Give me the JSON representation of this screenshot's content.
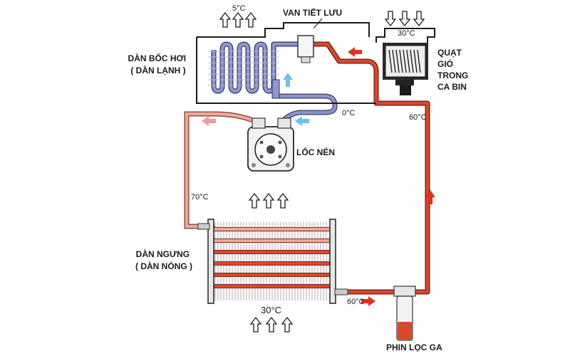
{
  "labels": {
    "evaporator": [
      "DÀN BỐC HƠI",
      "( DÀN LẠNH )"
    ],
    "expansion_valve": "VAN TIẾT LƯU",
    "blower": [
      "QUẠT",
      "GIÓ",
      "TRONG",
      "CA BIN"
    ],
    "compressor": "LỐC NÉN",
    "condenser": [
      "DÀN NGƯNG",
      "( DÀN NÓNG )"
    ],
    "filter": "PHIN LỌC GA"
  },
  "temperatures": {
    "evap_out_air": "5°C",
    "cabin_air": "30°C",
    "suction": "0°C",
    "liquid_line": "60°C",
    "discharge": "70°C",
    "condenser_out": "60°C",
    "ambient_air": "30°C"
  },
  "colors": {
    "hot_gas": "#f0a896",
    "hot_liquid": "#d9482b",
    "cold": "#7f86c0",
    "flow_arrow_red": "#e03020",
    "flow_arrow_pink": "#f29aa0",
    "flow_arrow_blue": "#6ec1ea"
  },
  "icons": {
    "air_arrow": "hollow-up-arrow",
    "air_arrow_down": "hollow-down-arrow",
    "flow_arrow": "solid-flow-arrow"
  }
}
